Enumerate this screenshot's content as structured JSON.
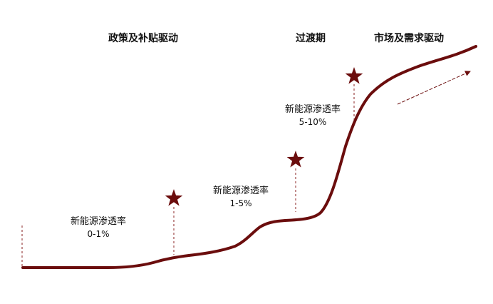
{
  "colors": {
    "curve": "#6b0d0d",
    "star": "#6b0d0d",
    "dashed": "#8a2020",
    "text": "#111111"
  },
  "stages": [
    {
      "title": "政策及补贴驱动"
    },
    {
      "title": "过渡期"
    },
    {
      "title": "市场及需求驱动"
    }
  ],
  "milestones": [
    {
      "label": "新能源渗透率",
      "range": "0-1%"
    },
    {
      "label": "新能源渗透率",
      "range": "1-5%"
    },
    {
      "label": "新能源渗透率",
      "range": "5-10%"
    }
  ],
  "icons": {
    "milestone_marker": "star-icon",
    "trend_marker": "arrow-icon"
  }
}
